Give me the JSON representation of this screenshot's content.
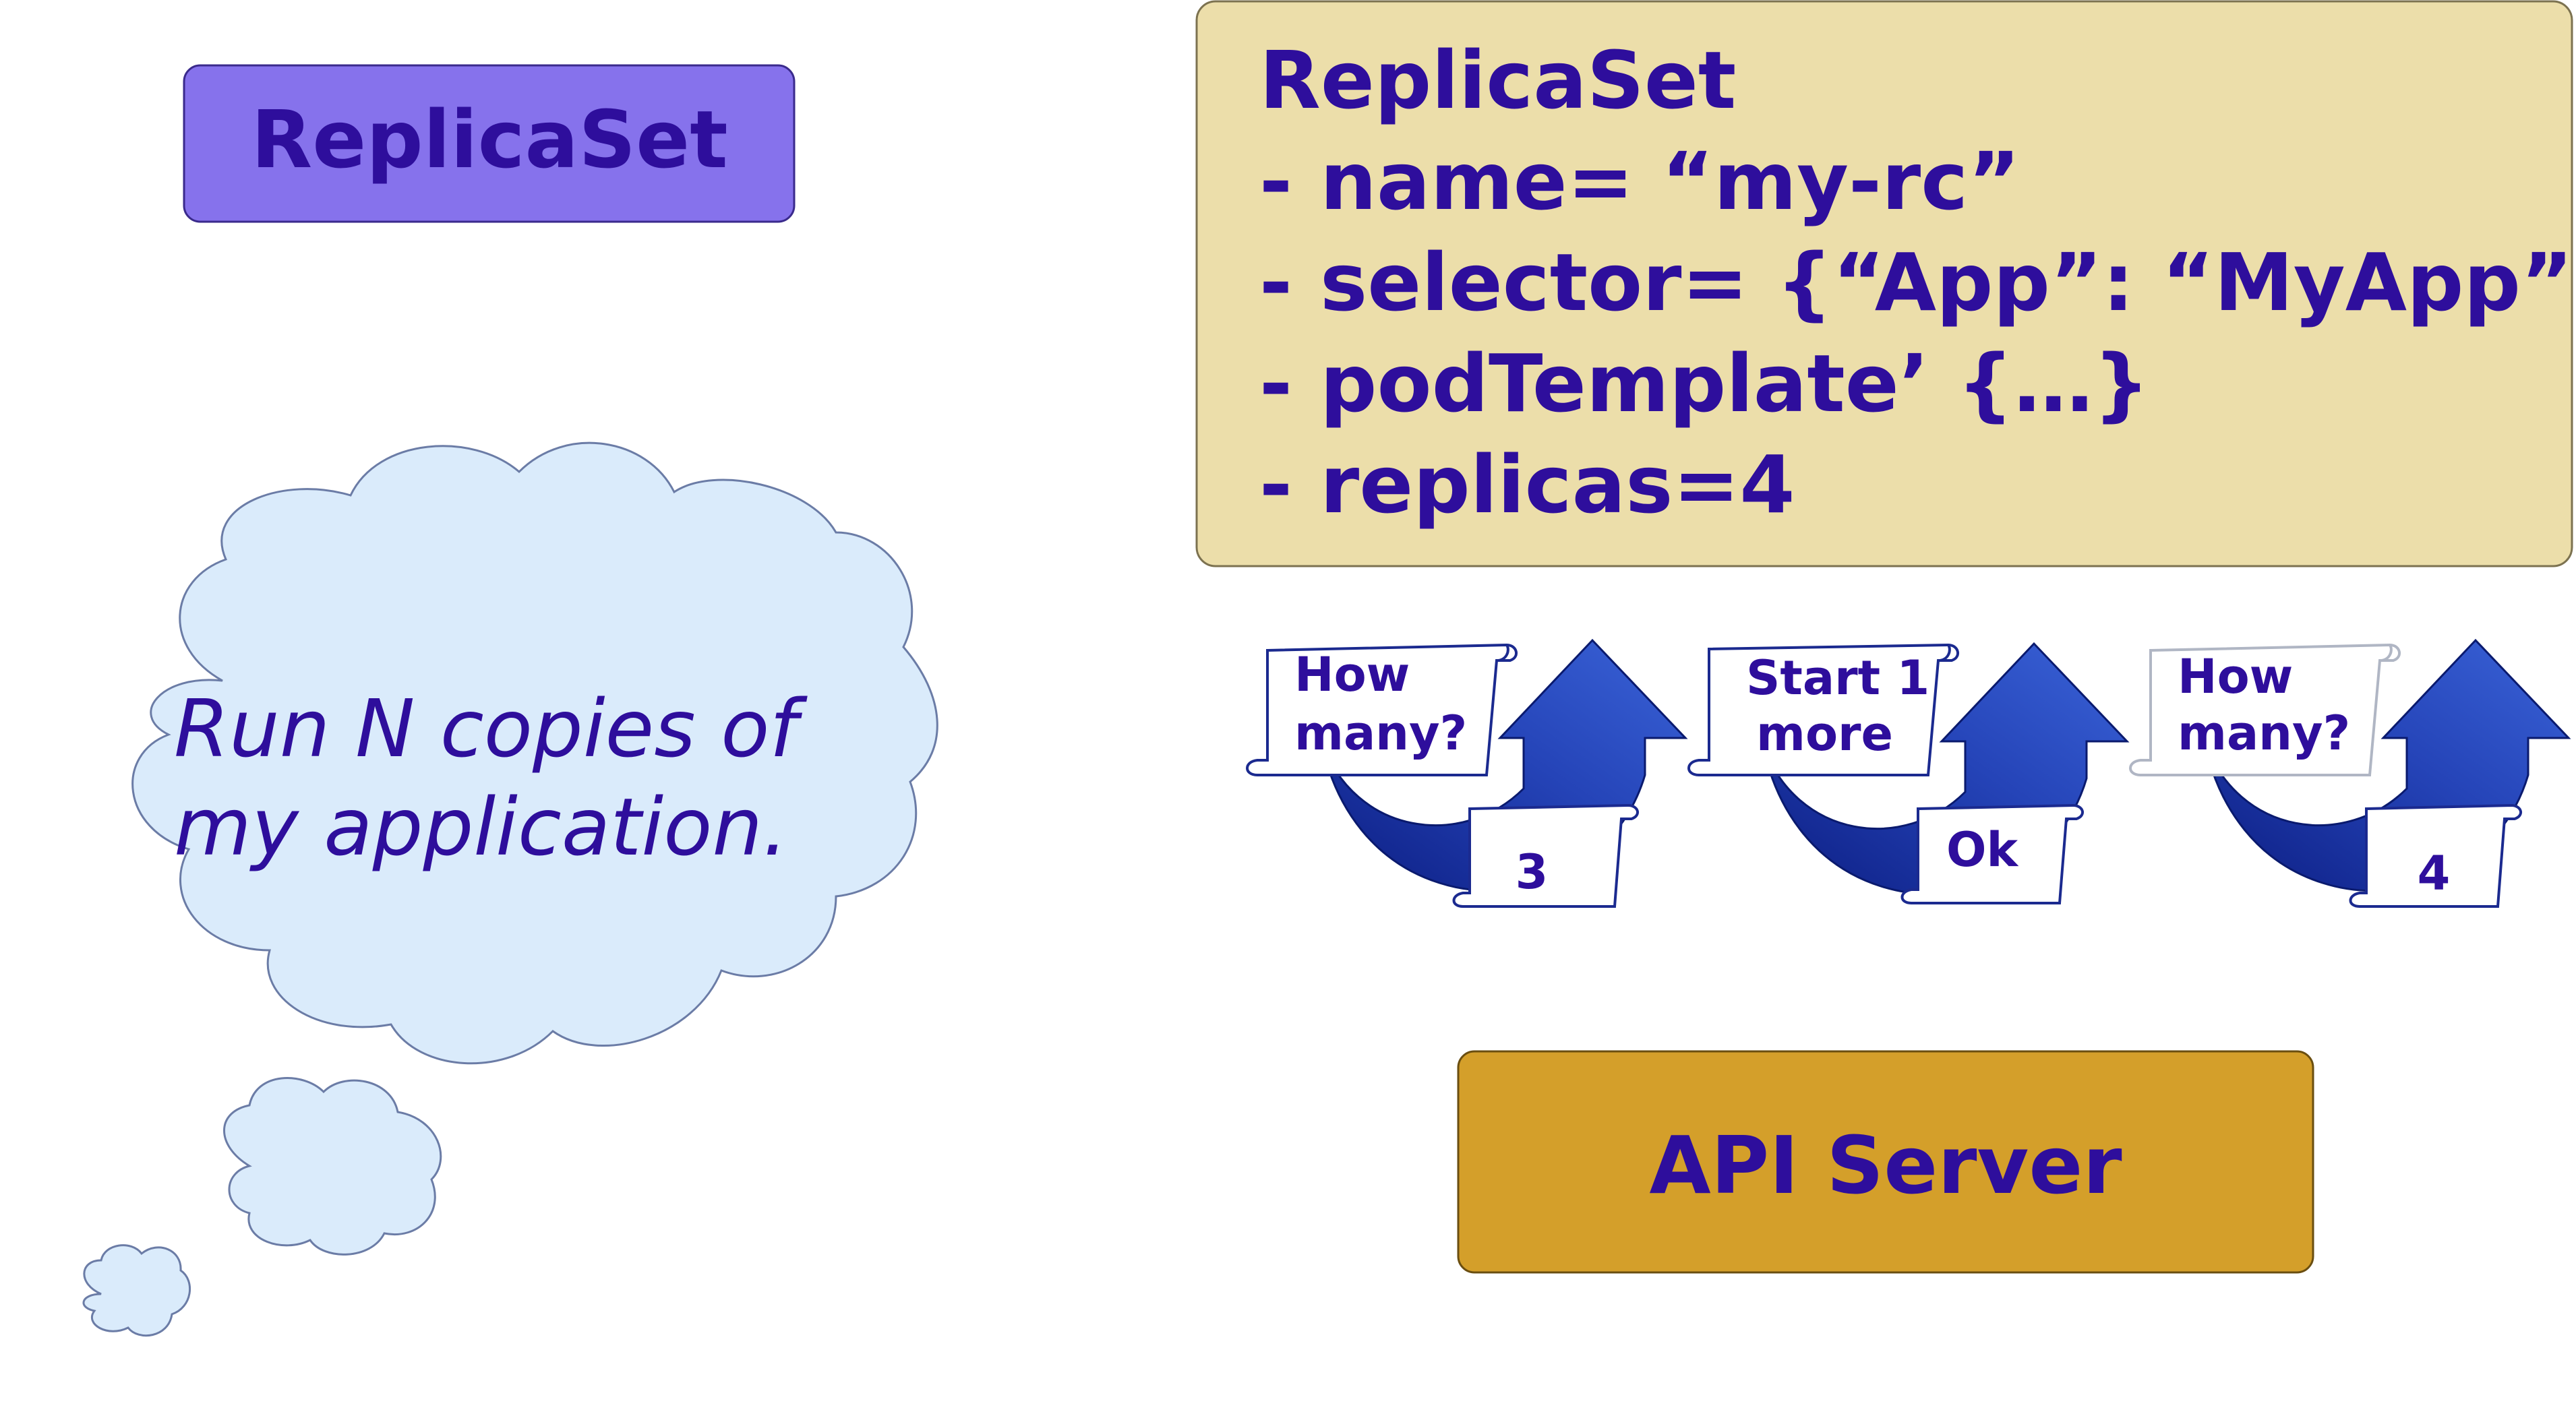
{
  "replicaset_label": "ReplicaSet",
  "thought": {
    "lines": [
      "Run N copies of",
      "my application."
    ]
  },
  "spec": {
    "title": "ReplicaSet",
    "lines": [
      "- name= “my-rc”",
      "- selector= {“App”: “MyApp”}",
      "- podTemplate’ {…}",
      "- replicas=4"
    ]
  },
  "exchanges": [
    {
      "request": [
        "How",
        "many?"
      ],
      "response": "3"
    },
    {
      "request": [
        "Start 1",
        "more"
      ],
      "response": "Ok"
    },
    {
      "request": [
        "How",
        "many?"
      ],
      "response": "4"
    }
  ],
  "api_server_label": "API Server",
  "colors": {
    "text": "#2e0e9c",
    "replicaset_box": "#8672ec",
    "spec_box": "#ecdeaa",
    "api_box": "#d49f2a",
    "cloud_fill": "#daebfb",
    "cloud_stroke": "#6b7ca6",
    "arrow_light": "#3860d6",
    "arrow_dark": "#0c1d82",
    "scroll_fill": "#ffffff",
    "scroll_stroke": "#1b2a8f"
  }
}
